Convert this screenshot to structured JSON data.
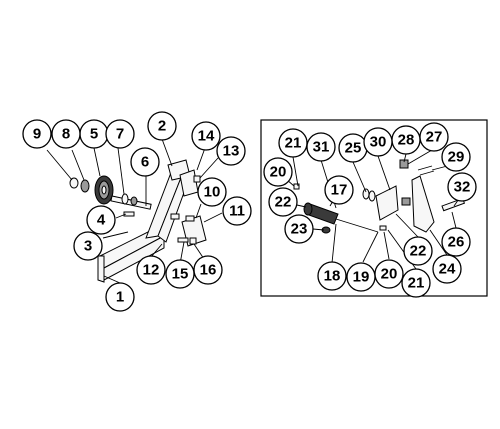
{
  "diagram": {
    "callouts_left": [
      "1",
      "2",
      "3",
      "4",
      "5",
      "6",
      "7",
      "8",
      "9",
      "10",
      "11",
      "12",
      "13",
      "14",
      "15",
      "16"
    ],
    "callouts_right": [
      "17",
      "18",
      "19",
      "20",
      "20",
      "21",
      "21",
      "22",
      "22",
      "23",
      "24",
      "25",
      "26",
      "27",
      "28",
      "29",
      "30",
      "31",
      "32"
    ]
  }
}
